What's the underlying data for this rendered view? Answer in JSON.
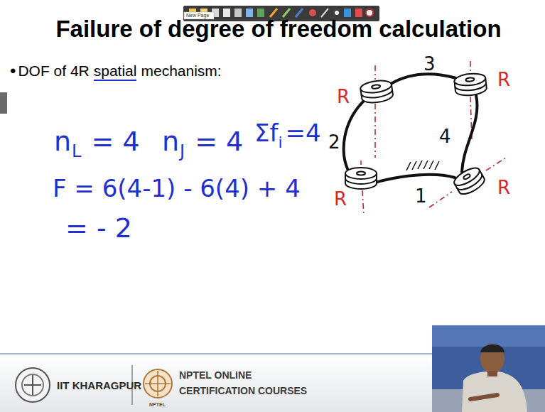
{
  "diagram": {
    "title": "Failure of degree of freedom calculation",
    "labels": [
      "New Page",
      "•",
      "DOF of 4R",
      "spatial",
      "mechanism:",
      "n",
      "L",
      "= 4",
      "n",
      "J",
      "= 4",
      "Σf",
      "i",
      "=4",
      "F = 6(4-1) - 6(4) + 4",
      "= - 2",
      "R",
      "3",
      "R",
      "2",
      "4",
      "R",
      "1",
      "R",
      "IIT KHARAGPUR",
      "NPTEL ONLINE",
      "CERTIFICATION COURSES",
      "NPTEL"
    ]
  }
}
